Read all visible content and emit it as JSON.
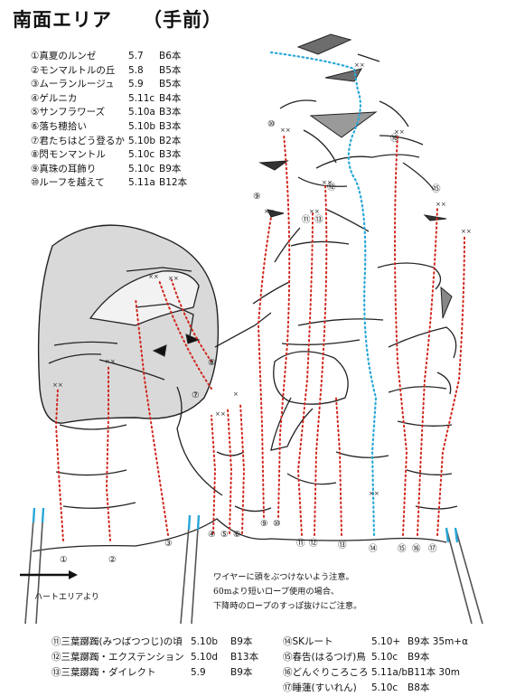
{
  "title": "南面エリア",
  "subtitle": "（手前）",
  "routes_top": [
    {
      "num": "①",
      "name": "真夏のルンゼ",
      "grade": "5.7",
      "bolts": "B6本"
    },
    {
      "num": "②",
      "name": "モンマルトルの丘",
      "grade": "5.8",
      "bolts": "B5本"
    },
    {
      "num": "③",
      "name": "ムーランルージュ",
      "grade": "5.9",
      "bolts": "B5本"
    },
    {
      "num": "④",
      "name": "ゲルニカ",
      "grade": "5.11c",
      "bolts": "B4本"
    },
    {
      "num": "⑤",
      "name": "サンフラワーズ",
      "grade": "5.10a",
      "bolts": "B3本"
    },
    {
      "num": "⑥",
      "name": "落ち穂拾い",
      "grade": "5.10b",
      "bolts": "B3本"
    },
    {
      "num": "⑦",
      "name": "君たちはどう登るか",
      "grade": "5.10b",
      "bolts": "B2本"
    },
    {
      "num": "⑧",
      "name": "閃モンマントル",
      "grade": "5.10c",
      "bolts": "B3本"
    },
    {
      "num": "⑨",
      "name": "真珠の耳飾り",
      "grade": "5.10c",
      "bolts": "B9本"
    },
    {
      "num": "⑩",
      "name": "ルーフを越えて",
      "grade": "5.11a",
      "bolts": "B12本"
    }
  ],
  "routes_bottom_left": [
    {
      "num": "⑪",
      "name": "三葉躑躅(みつばつつじ)の頃",
      "grade": "5.10b",
      "bolts": "B9本"
    },
    {
      "num": "⑫",
      "name": "三葉躑躅・エクステンション",
      "grade": "5.10d",
      "bolts": "B13本"
    },
    {
      "num": "⑬",
      "name": "三葉躑躅・ダイレクト",
      "grade": "5.9",
      "bolts": "B9本"
    }
  ],
  "routes_bottom_right": [
    {
      "num": "⑭",
      "name": "SKルート",
      "grade": "5.10+",
      "bolts": "B9本 35m+α"
    },
    {
      "num": "⑮",
      "name": "春告(はるつげ)鳥",
      "grade": "5.10c",
      "bolts": "B9本"
    },
    {
      "num": "⑯",
      "name": "どんぐりころころ",
      "grade": "5.11a/b",
      "bolts": "B11本 30m"
    },
    {
      "num": "⑰",
      "name": "睡蓮(すいれん)",
      "grade": "5.10c",
      "bolts": "B8本"
    }
  ],
  "topo_labels": {
    "r1": "①",
    "r2": "②",
    "r3": "③",
    "r4": "④",
    "r5": "⑤",
    "r6": "⑥",
    "r7": "⑦",
    "r8": "⑧",
    "r9": "⑨",
    "r10": "⑩",
    "r11": "⑪",
    "r12": "⑫",
    "r13": "⑬",
    "r14": "⑭",
    "r15": "⑮",
    "r16": "⑯",
    "r17": "⑰",
    "r9b": "⑨",
    "r10b": "⑩",
    "r11b": "⑪",
    "r12b": "⑫",
    "r13b": "⑬",
    "r15b": "⑮",
    "r16b": "⑯"
  },
  "notes": [
    "ワイヤーに頭をぶつけないよう注意。",
    "60mより短いロープ使用の場合、",
    "下降時のロープのすっぽ抜けにご注意。"
  ],
  "heart_area": "ハートエリアより",
  "colors": {
    "route": "#d0271d",
    "sk_route": "#2aa8d8",
    "rock_shade": "#d9d9d9",
    "dark_rock": "#6d6d6d"
  }
}
